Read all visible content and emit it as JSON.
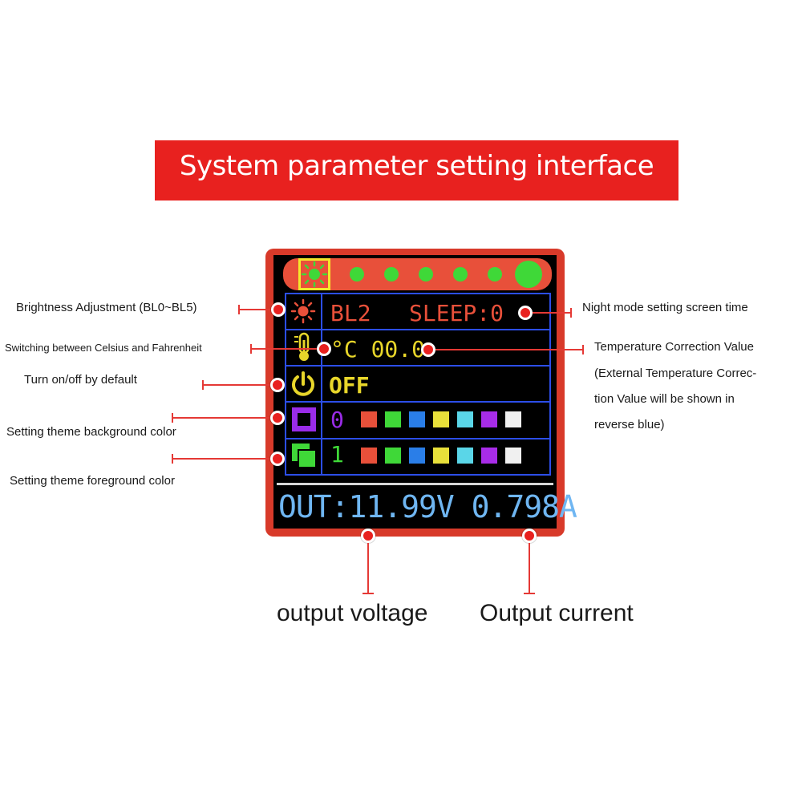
{
  "title": "System parameter setting interface",
  "screen": {
    "brightness": "BL2",
    "sleep": "SLEEP:0",
    "temperature": "°C 00.0",
    "default_power": "OFF",
    "bg_index": "0",
    "fg_index": "1",
    "output": "OUT:11.99V 0.798A",
    "swatch_colors": [
      "#e8503a",
      "#3fd838",
      "#2a7ee8",
      "#e8e03a",
      "#5ad6e8",
      "#a82ce8",
      "#f0f0f0"
    ],
    "status_dots": 6
  },
  "annotations": {
    "brightness": "Brightness Adjustment (BL0~BL5)",
    "celsius": "Switching between Celsius and Fahrenheit",
    "onoff": "Turn on/off by default",
    "bg_color": "Setting theme background color",
    "fg_color": "Setting theme foreground color",
    "night_mode": "Night mode setting screen time",
    "temp_correction": "Temperature Correction Value",
    "temp_correction_note_1": "(External Temperature Correc-",
    "temp_correction_note_2": "tion Value will be shown in",
    "temp_correction_note_3": "reverse blue)",
    "output_voltage": "output voltage",
    "output_current": "Output current"
  },
  "colors": {
    "banner": "#e8211f",
    "frame": "#d83a2a",
    "grid": "#2c4ee8",
    "accent_green": "#3fd838",
    "accent_yellow": "#e8d62a",
    "output_blue": "#6fb6f2"
  },
  "icons": [
    "sun-icon",
    "thermometer-icon",
    "power-icon",
    "background-color-icon",
    "foreground-color-icon"
  ]
}
